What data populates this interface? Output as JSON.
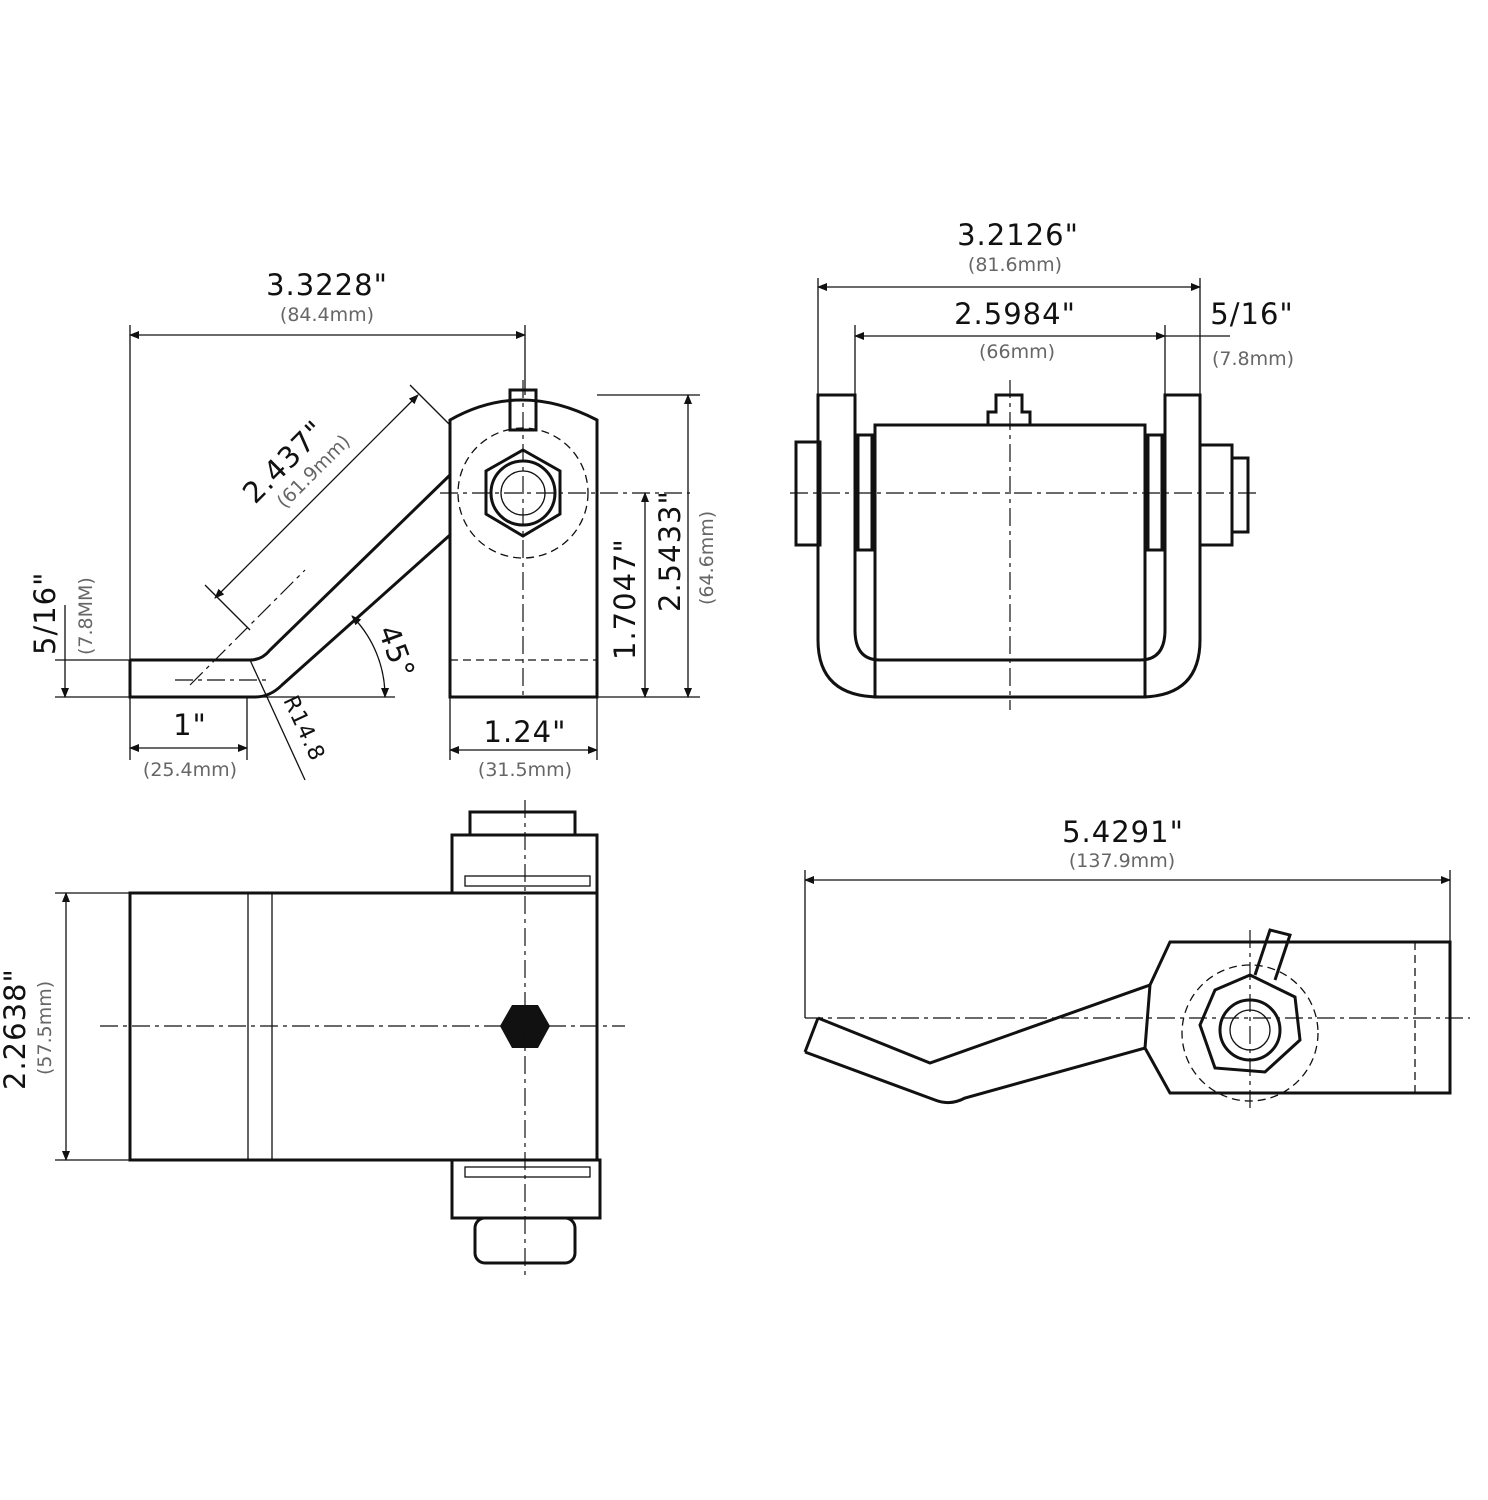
{
  "side_view": {
    "overall_length": "3.3228\"",
    "overall_length_mm": "(84.4mm)",
    "arm_length": "2.437\"",
    "arm_length_mm": "(61.9mm)",
    "thickness": "5/16\"",
    "thickness_mm": "(7.8MM)",
    "angle": "45°",
    "radius": "R14.8",
    "foot_length": "1\"",
    "foot_length_mm": "(25.4mm)",
    "plate_width": "1.24\"",
    "plate_width_mm": "(31.5mm)",
    "pivot_height": "1.7047\"",
    "plate_height": "2.5433\"",
    "plate_height_mm": "(64.6mm)"
  },
  "front_view": {
    "overall_width": "3.2126\"",
    "overall_width_mm": "(81.6mm)",
    "inner_width": "2.5984\"",
    "inner_width_mm": "(66mm)",
    "plate_thickness": "5/16\"",
    "plate_thickness_mm": "(7.8mm)"
  },
  "top_view": {
    "width": "2.2638\"",
    "width_mm": "(57.5mm)"
  },
  "bottom_view": {
    "overall_length": "5.4291\"",
    "overall_length_mm": "(137.9mm)"
  }
}
